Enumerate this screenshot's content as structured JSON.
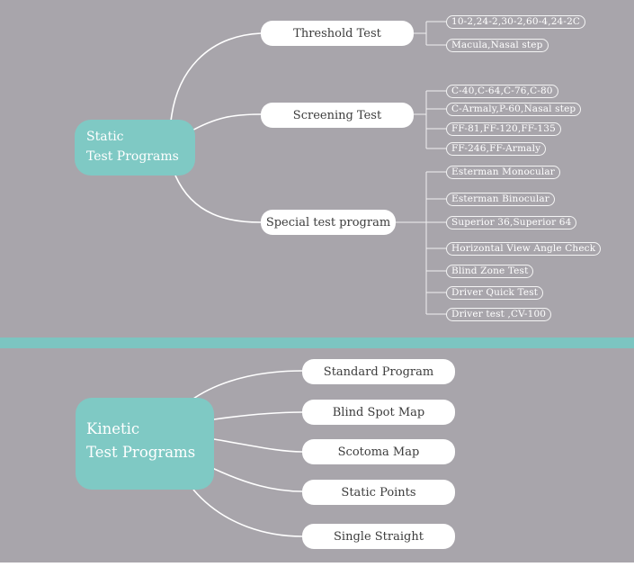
{
  "static": {
    "root": {
      "line1": "Static",
      "line2": "Test Programs"
    },
    "threshold": {
      "label": "Threshold Test",
      "items": [
        "10-2,24-2,30-2,60-4,24-2C",
        "Macula,Nasal step"
      ]
    },
    "screening": {
      "label": "Screening Test",
      "items": [
        "C-40,C-64,C-76,C-80",
        "C-Armaly,P-60,Nasal step",
        "FF-81,FF-120,FF-135",
        "FF-246,FF-Armaly"
      ]
    },
    "special": {
      "label": "Special test program",
      "items": [
        "Esterman Monocular",
        "Esterman Binocular",
        "Superior 36,Superior 64",
        "Horizontal View Angle Check",
        "Blind Zone Test",
        "Driver Quick Test",
        "Driver test ,CV-100"
      ]
    }
  },
  "kinetic": {
    "root": {
      "line1": "Kinetic",
      "line2": "Test Programs"
    },
    "items": [
      "Standard Program",
      "Blind Spot Map",
      "Scotoma Map",
      "Static Points",
      "Single Straight"
    ]
  },
  "colors": {
    "panel": "#a8a5ab",
    "accent": "#7fc9c4",
    "divider": "#7cc5c1",
    "node": "#ffffff"
  }
}
